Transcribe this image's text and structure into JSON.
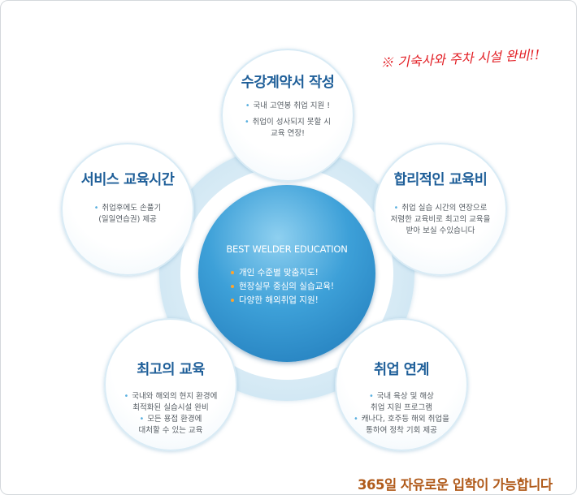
{
  "center": {
    "title": "BEST WELDER EDUCATION",
    "items": [
      "개인 수준별 맞춤지도!",
      "현장실무 중심의 실습교육!",
      "다양한 해외취업 지원!"
    ]
  },
  "nodes": [
    {
      "title": "수강계약서 작성",
      "items": [
        "국내 고연봉 취업 지원 !",
        "취업이 성사되지 못할 시\n교육 연장!"
      ]
    },
    {
      "title": "합리적인 교육비",
      "items": [
        "취업 실습 시간의 연장으로\n저렴한 교육비로 최고의 교육을\n받아 보실 수있습니다"
      ]
    },
    {
      "title": "서비스 교육시간",
      "items": [
        "취업후에도 손풀기\n(일일연습권) 제공"
      ]
    },
    {
      "title": "최고의 교육",
      "items": [
        "국내와 해외의 현지 환경에\n최적화된 실습시설 완비",
        "모든 용접 환경에\n대처할 수 있는 교육"
      ]
    },
    {
      "title": "취업 연계",
      "items": [
        "국내 육상 및 해상\n취업 지원 프로그램",
        "캐나다, 호주등 해외 취업을\n통하여 정착 기회 제공"
      ]
    }
  ],
  "note": "※ 기숙사와 주차 시설 완비!!",
  "footer": "365일 자유로운 입학이 가능합니다",
  "colors": {
    "accent_blue": "#1f78b8",
    "title_blue": "#1f5f99",
    "note_red": "#e21c22",
    "footer_brown": "#b05a1a",
    "bullet_orange": "#ffa42a"
  }
}
